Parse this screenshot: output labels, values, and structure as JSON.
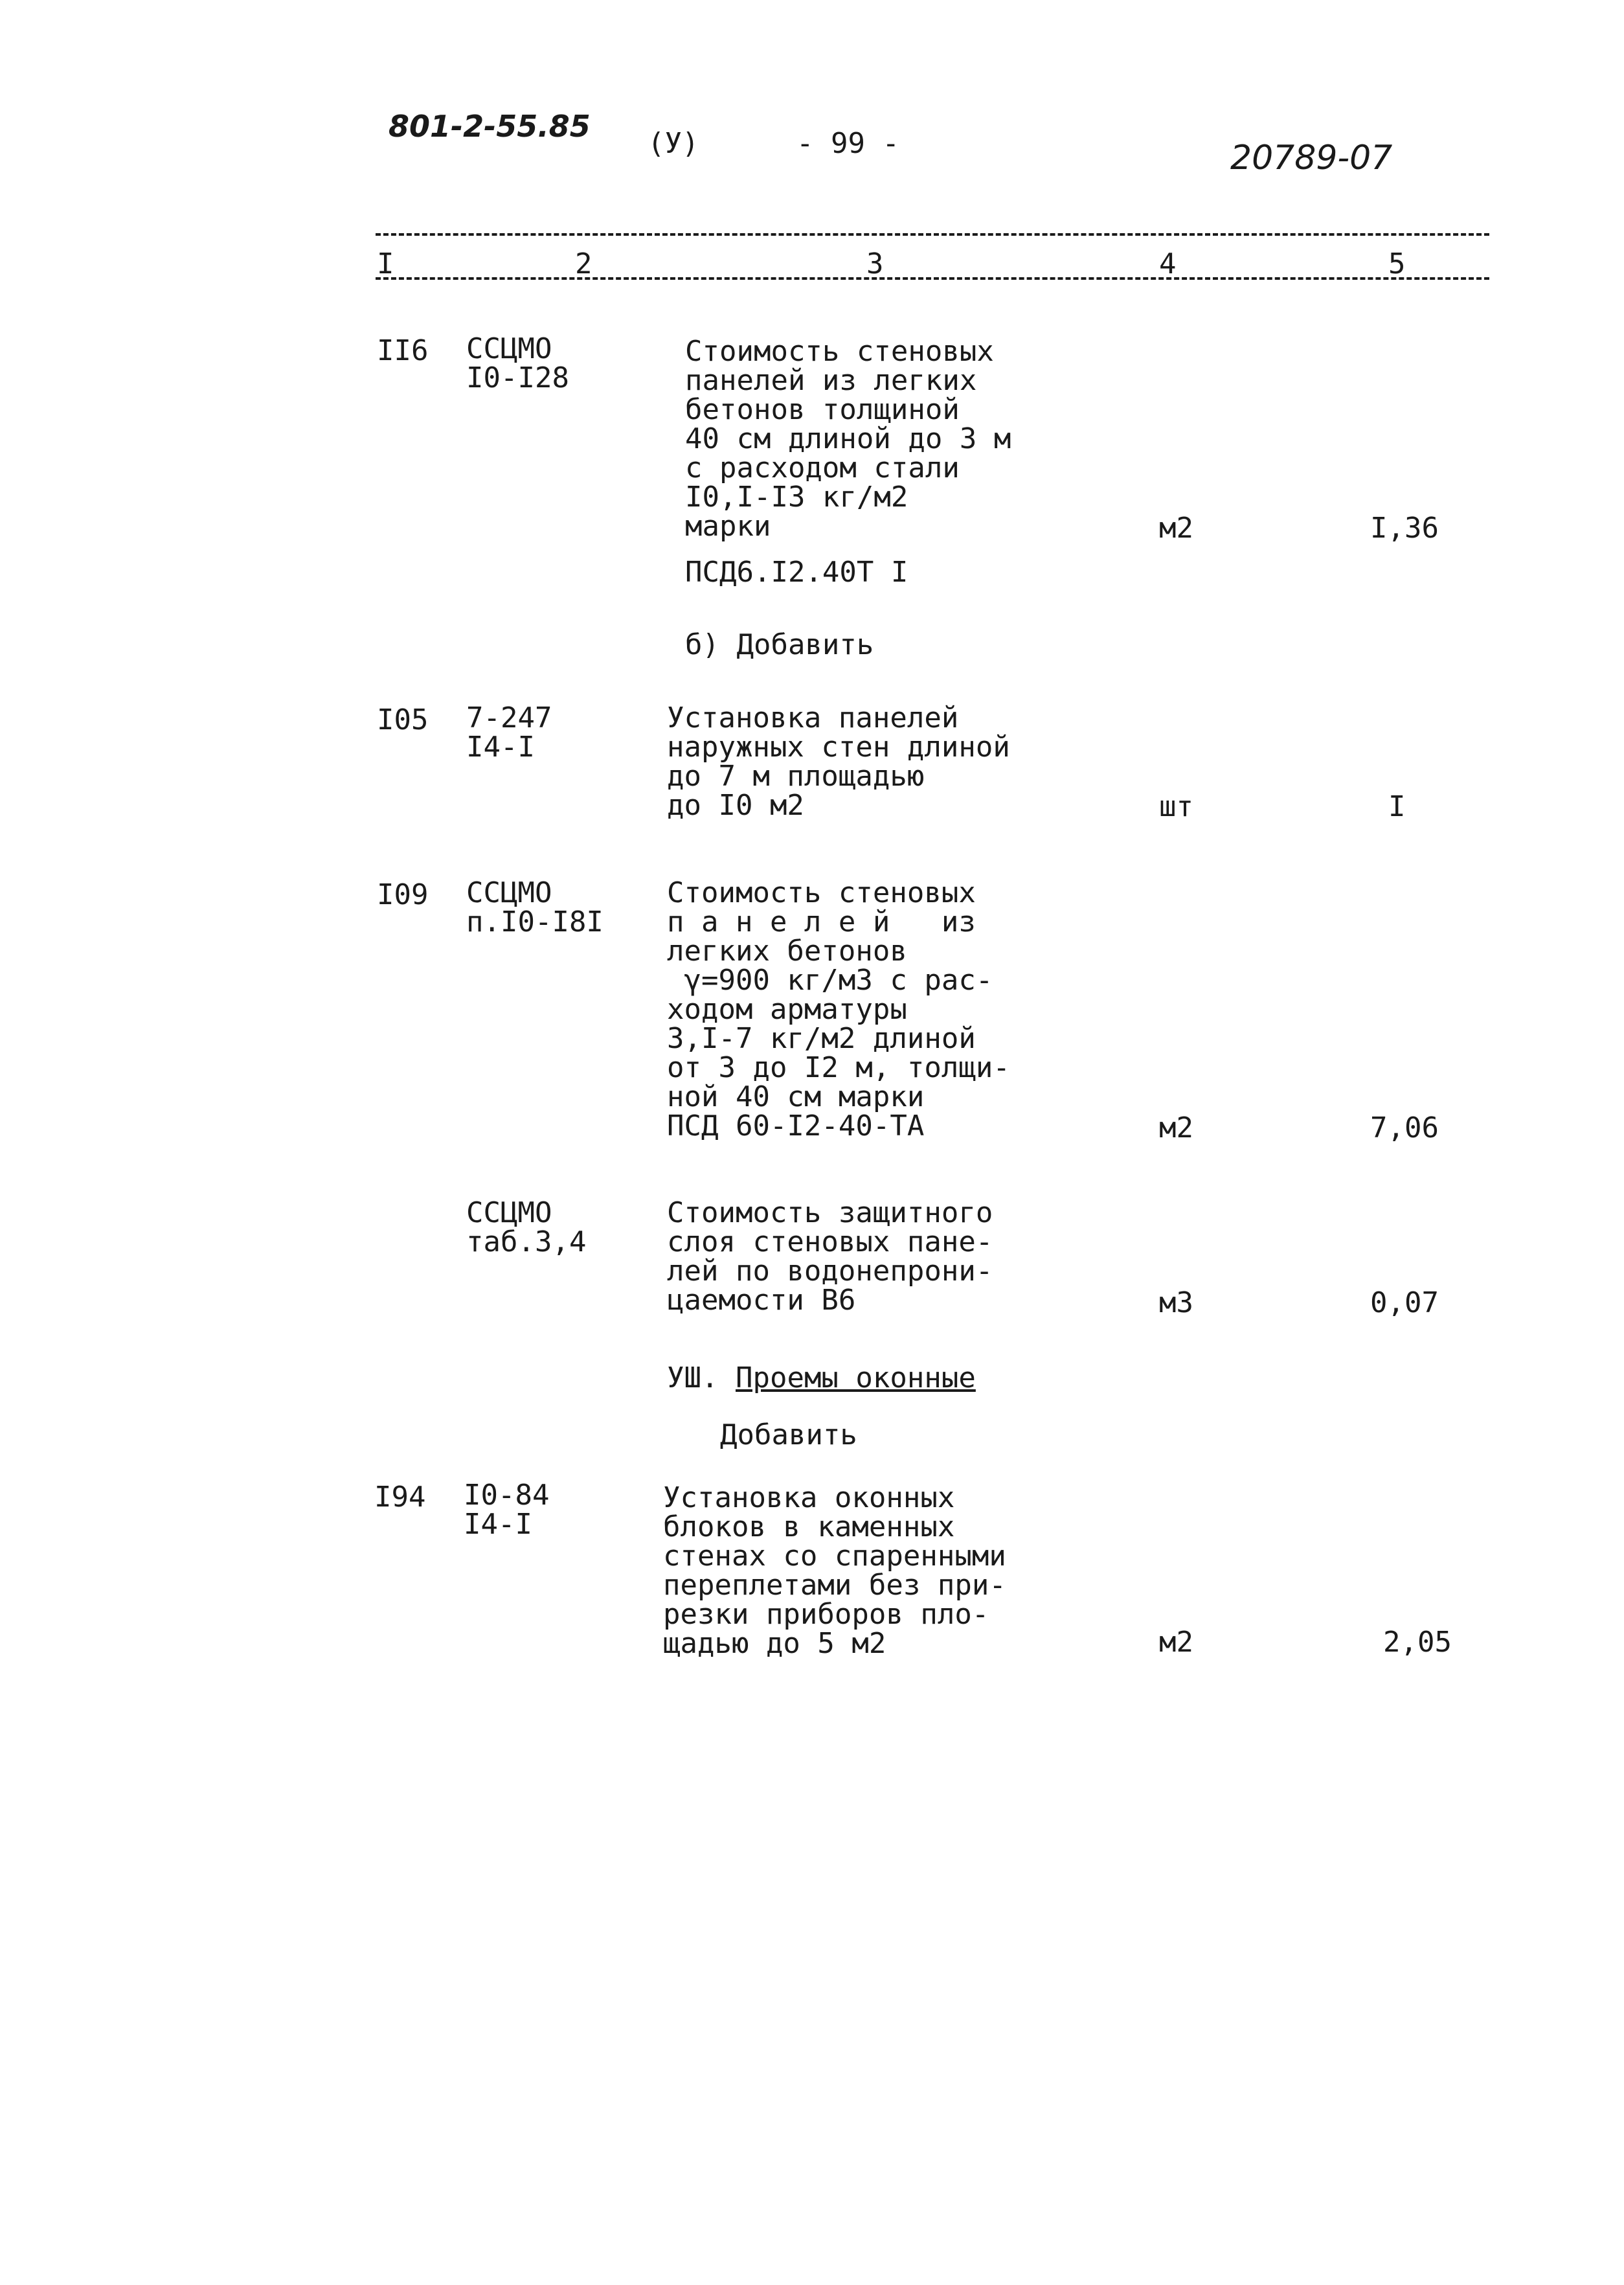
{
  "header": {
    "doc_code": "801-2-55.85",
    "mark": "(У)",
    "page_number": "- 99 -",
    "inventory_number": "20789-07"
  },
  "columns": [
    "I",
    "2",
    "3",
    "4",
    "5"
  ],
  "rows": [
    {
      "num": "II6",
      "code": "ССЦМО\nI0-I28",
      "desc": "Стоимость стеновых\nпанелей из легких\nбетонов толщиной\n40 см длиной до 3 м\nс расходом стали\nI0,I-I3 кг/м2\nмарки",
      "unit": "м2",
      "qty": "I,36",
      "desc_extra": "ПСД6.I2.40Т I"
    },
    {
      "num": "I05",
      "code": "7-247\nI4-I",
      "desc": "Установка панелей\nнаружных стен длиной\nдо 7 м площадью\nдо I0 м2",
      "unit": "шт",
      "qty": "I"
    },
    {
      "num": "I09",
      "code": "ССЦМО\nп.I0-I8I",
      "desc": "Стоимость стеновых\nп а н е л е й   из\nлегких бетонов\n γ=900 кг/м3 с рас-\nходом арматуры\n3,I-7 кг/м2 длиной\nот 3 до I2 м, толщи-\nной 40 см марки\nПСД 60-I2-40-ТА",
      "unit": "м2",
      "qty": "7,06"
    },
    {
      "num": "",
      "code": "ССЦМО\nтаб.3,4",
      "desc": "Стоимость защитного\nслоя стеновых пане-\nлей по водонепрони-\nцаемости В6",
      "unit": "м3",
      "qty": "0,07"
    },
    {
      "num": "I94",
      "code": "I0-84\nI4-I",
      "desc": "Установка оконных\nблоков в каменных\nстенах со спаренными\nпереплетами без при-\nрезки приборов пло-\nщадью до 5 м2",
      "unit": "м2",
      "qty": "2,05"
    }
  ],
  "sections": {
    "add_b": "б) Добавить",
    "section8_num": "УШ.",
    "section8_title": "Проемы оконные",
    "add": "Добавить"
  }
}
